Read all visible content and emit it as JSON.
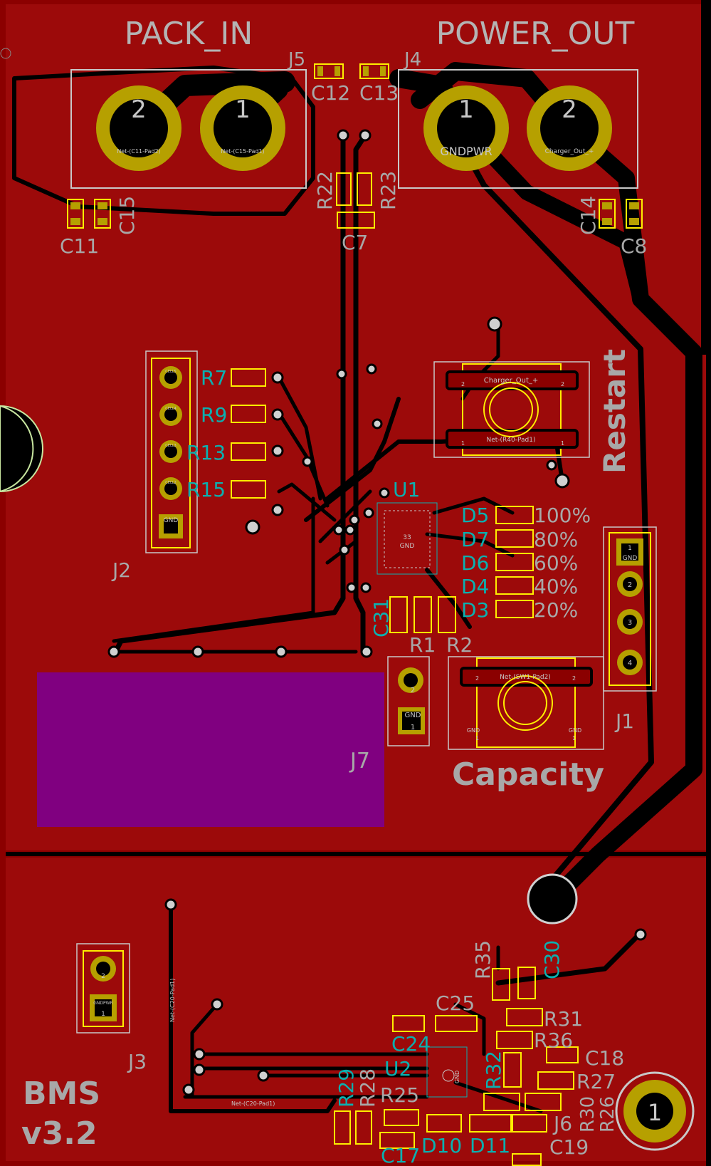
{
  "colors": {
    "board": "#8b0000",
    "pour": "#9c0a0a",
    "track": "#000000",
    "gold": "#b6a000",
    "silk": "#c8c8c8",
    "silkCyan": "#0bb0b0",
    "keepout": "#800080",
    "yellow": "#ffee00"
  },
  "text": {
    "pack_in": "PACK_IN",
    "power_out": "POWER_OUT",
    "restart": "Restart",
    "capacity": "Capacity",
    "bms": "BMS",
    "version": "v3.2",
    "j7": "J7"
  },
  "pads": [
    {
      "num": "2",
      "net": "Net-(C11-Pad2)"
    },
    {
      "num": "1",
      "net": "Net-(C15-Pad1)"
    },
    {
      "num": "1",
      "net": "GNDPWR"
    },
    {
      "num": "2",
      "net": "Charger_Out_+"
    },
    {
      "num": "1",
      "net": ""
    }
  ],
  "refs": [
    "J5",
    "J4",
    "C12",
    "C13",
    "R22",
    "R23",
    "C7",
    "C11",
    "C15",
    "C14",
    "C8",
    "R7",
    "R9",
    "R13",
    "R15",
    "J2",
    "U1",
    "R1",
    "R2",
    "C31",
    "J1",
    "J3",
    "R35",
    "C30",
    "C25",
    "R31",
    "C24",
    "R36",
    "C18",
    "U2",
    "R32",
    "R27",
    "R29",
    "R28",
    "R25",
    "R30",
    "R26",
    "C17",
    "D10",
    "D11",
    "J6",
    "C19"
  ],
  "leds": [
    {
      "ref": "D5",
      "pct": "100%"
    },
    {
      "ref": "D7",
      "pct": "80%"
    },
    {
      "ref": "D6",
      "pct": "60%"
    },
    {
      "ref": "D4",
      "pct": "40%"
    },
    {
      "ref": "D3",
      "pct": "20%"
    }
  ],
  "nets": {
    "charger_out": "Charger_Out_+",
    "r40": "Net-(R40-Pad1)",
    "sw1": "Net-(SW1-Pad2)",
    "c20": "Net-(C20-Pad1)",
    "gnd": "GND",
    "gndpwr": "GNDPWR",
    "cell5": "CELL5",
    "cell4": "CELL4",
    "cell3": "CELL3",
    "cell2": "CELL2",
    "num33": "33"
  },
  "pinnums": [
    "1",
    "2",
    "3",
    "4"
  ]
}
